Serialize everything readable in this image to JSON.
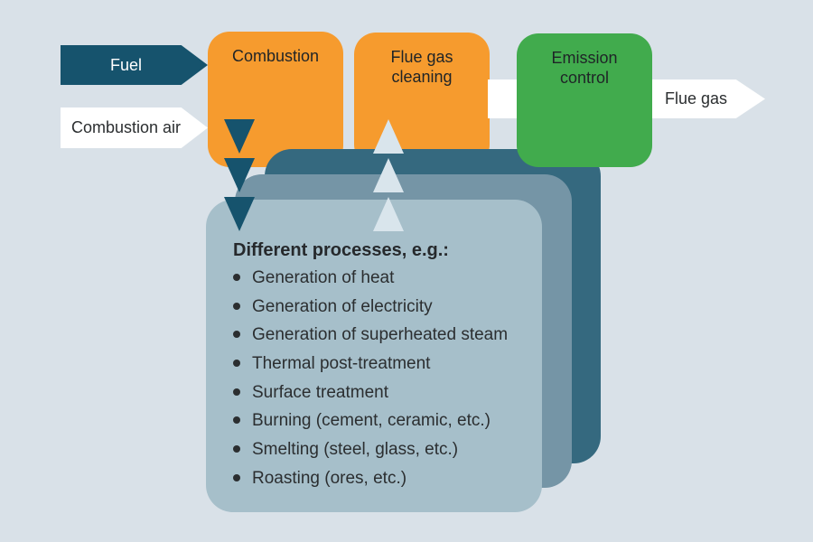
{
  "inputs": {
    "fuel": "Fuel",
    "combustion_air": "Combustion air"
  },
  "stages": {
    "combustion": {
      "lines": [
        "Combustion"
      ]
    },
    "flue_gas_cleaning": {
      "lines": [
        "Flue gas",
        "cleaning"
      ]
    },
    "emission_control": {
      "lines": [
        "Emission",
        "control"
      ]
    }
  },
  "output": {
    "flue_gas": "Flue gas"
  },
  "processes": {
    "title": "Different processes, e.g.:",
    "items": [
      "Generation of heat",
      "Generation of electricity",
      "Generation of superheated steam",
      "Thermal post-treatment",
      "Surface treatment",
      "Burning (cement, ceramic, etc.)",
      "Smelting (steel, glass, etc.)",
      "Roasting (ores, etc.)"
    ]
  },
  "colors": {
    "background": "#d9e1e8",
    "teal_dark": "#16536d",
    "orange": "#f69b2e",
    "green": "#41ab4d",
    "white": "#ffffff",
    "card_back": "#35697f",
    "card_middle": "#7595a6",
    "card_front": "#a6bfca",
    "pale_arrow": "#d9e5ec",
    "text_dark": "#2b2e30"
  }
}
